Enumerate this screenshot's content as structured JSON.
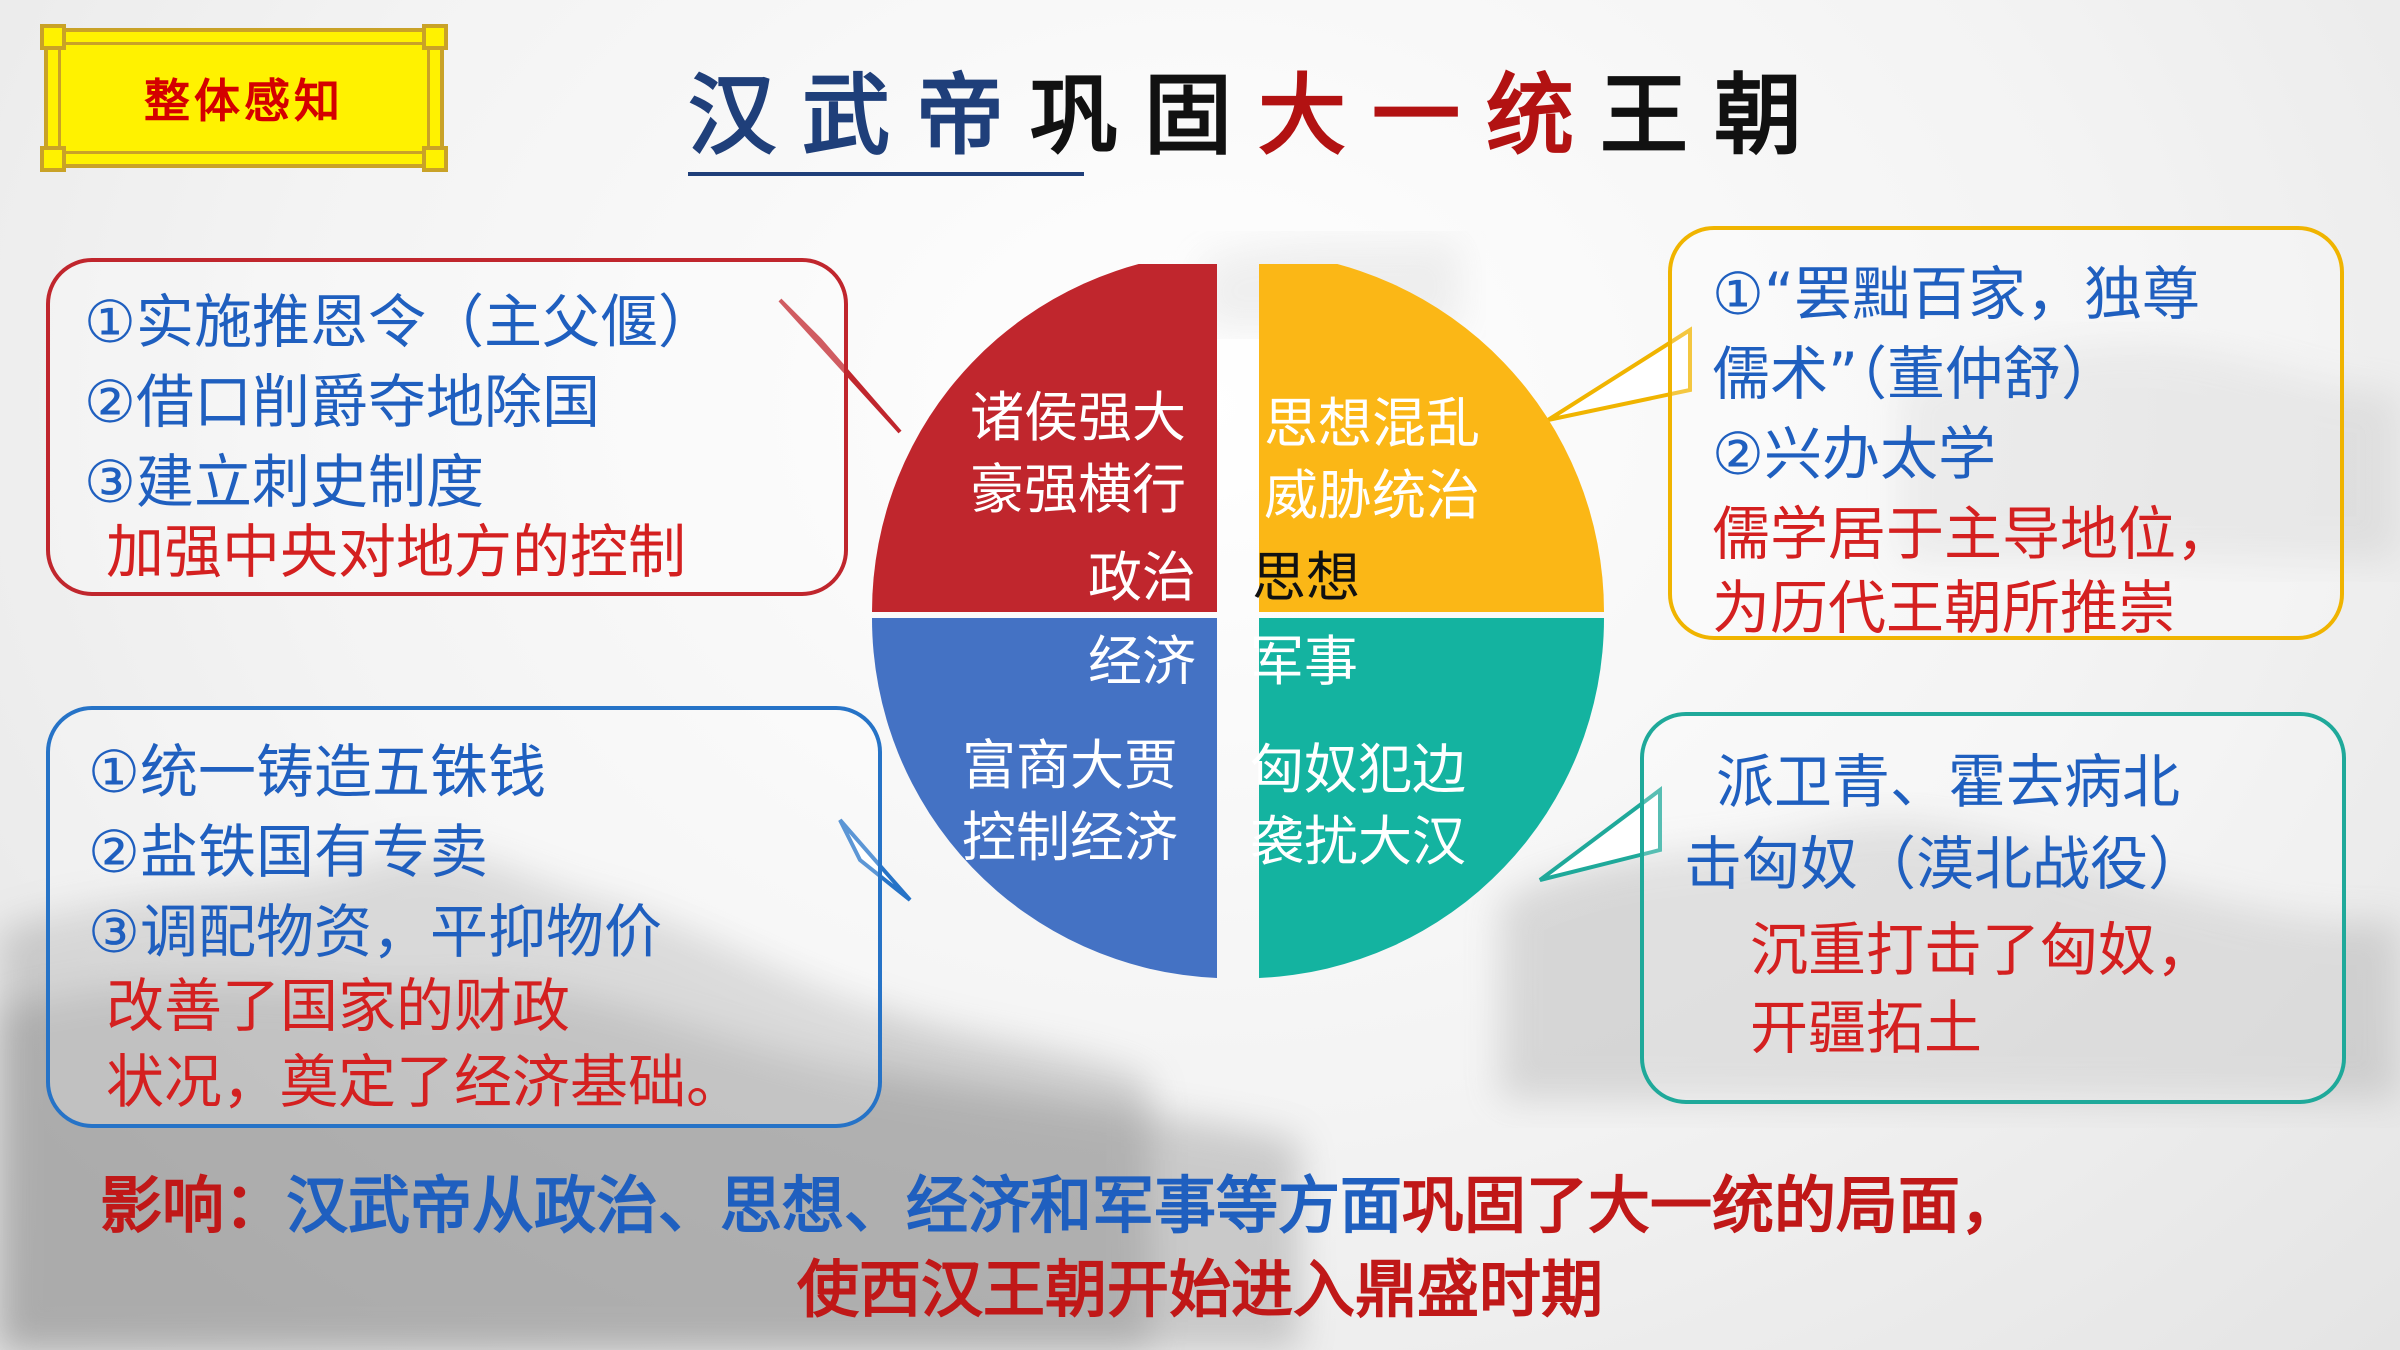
{
  "badge": {
    "label": "整体感知"
  },
  "title": {
    "part1": "汉武帝",
    "part2": "巩固",
    "part3": "大一统",
    "part4": "王朝"
  },
  "politics": {
    "measures": [
      "①实施推恩令（主父偃）",
      "②借口削爵夺地除国",
      "③建立刺史制度"
    ],
    "result": "加强中央对地方的控制",
    "problem": [
      "诸侯强大",
      "豪强横行"
    ],
    "label": "政治"
  },
  "thought": {
    "measures": [
      "①“罢黜百家，独尊",
      "儒术”（董仲舒）",
      "②兴办太学"
    ],
    "result": [
      "儒学居于主导地位，",
      "为历代王朝所推崇"
    ],
    "problem": [
      "思想混乱",
      "威胁统治"
    ],
    "label": "思想"
  },
  "economy": {
    "measures": [
      "①统一铸造五铢钱",
      "②盐铁国有专卖",
      "③调配物资，平抑物价"
    ],
    "result": [
      "改善了国家的财政",
      "状况，奠定了经济基础。"
    ],
    "problem": [
      "富商大贾",
      "控制经济"
    ],
    "label": "经济"
  },
  "military": {
    "measures": [
      "派卫青、霍去病北",
      "击匈奴（漠北战役）"
    ],
    "result": [
      "沉重打击了匈奴，",
      "开疆拓土"
    ],
    "problem": [
      "匈奴犯边",
      "袭扰大汉"
    ],
    "label": "军事"
  },
  "summary": {
    "prefix": "影响：",
    "blue_part": "汉武帝从政治、思想、经济和军事等方面",
    "red_part": "巩固了大一统的局面，",
    "line2": "使西汉王朝开始进入鼎盛时期"
  },
  "colors": {
    "politics": "#c0262d",
    "thought": "#fbb716",
    "economy": "#4472c4",
    "military": "#14b3a0",
    "title_blue": "#1f3f7a",
    "title_red": "#b21212",
    "text_blue": "#1f5fbf",
    "text_red": "#d42020"
  }
}
